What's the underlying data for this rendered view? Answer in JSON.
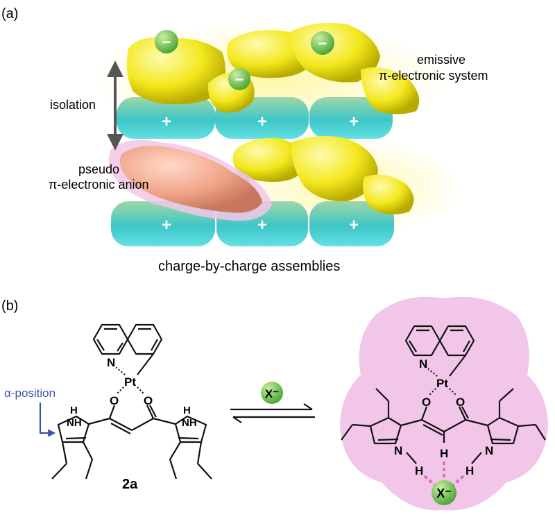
{
  "panel_a": {
    "label": "(a)",
    "isolation": "isolation",
    "emissive_line1": "emissive",
    "emissive_line2": "π-electronic system",
    "pseudo_line1": "pseudo",
    "pseudo_line2": "π-electronic anion",
    "caption": "charge-by-charge assemblies",
    "minus_sign": "−",
    "plus_sign": "+"
  },
  "panel_b": {
    "label": "(b)",
    "alpha_label": "α-position",
    "compound_label": "2a",
    "anion_label": "X⁻",
    "atoms": {
      "pt": "Pt",
      "n": "N",
      "o": "O",
      "h": "H",
      "nh": "NH"
    }
  },
  "colors": {
    "anion_yellow": "#f3e81c",
    "cation_cyan": "#48c9c9",
    "anion_salmon": "#f0a387",
    "halo_pink": "#f2c6e8",
    "halide_green": "#7ac35a",
    "arrow_blue": "#3956a6",
    "hbond_pink": "#d472c4"
  }
}
